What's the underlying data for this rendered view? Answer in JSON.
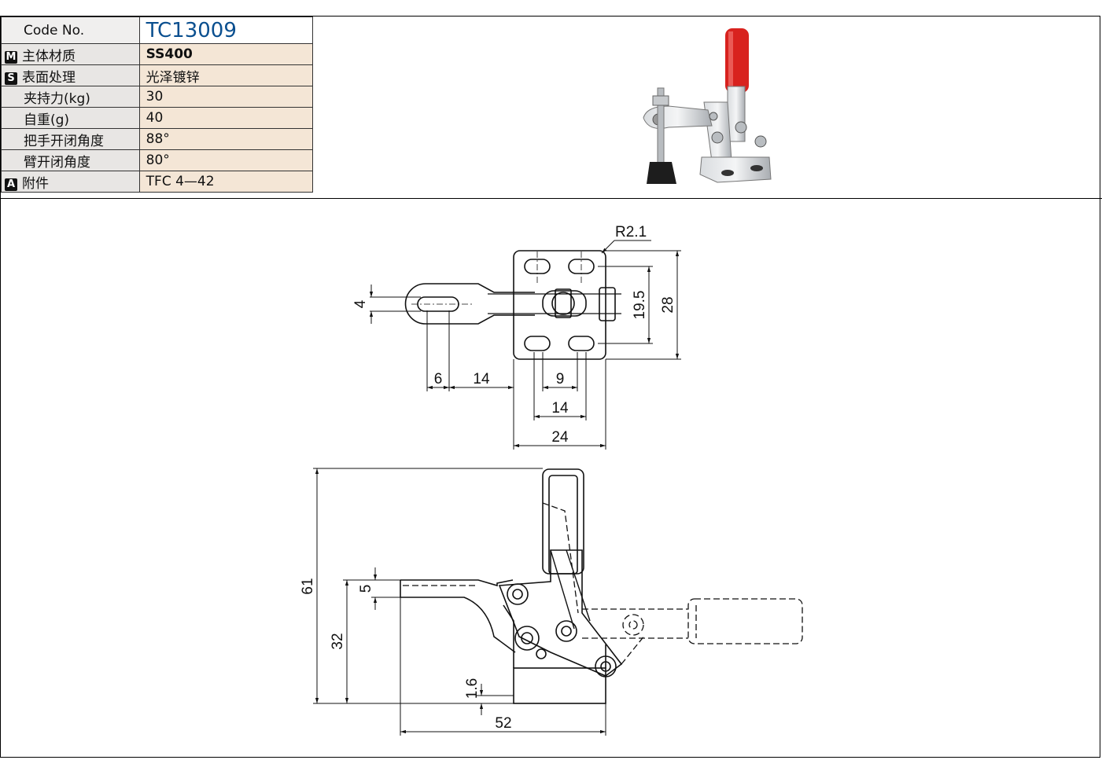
{
  "spec": {
    "code_label": "Code No.",
    "code_value": "TC13009",
    "rows": [
      {
        "badge": "M",
        "label": "主体材质",
        "value": "SS400"
      },
      {
        "badge": "S",
        "label": "表面处理",
        "value": "光泽镀锌"
      },
      {
        "badge": "",
        "label": "夹持力(kg)",
        "value": "30"
      },
      {
        "badge": "",
        "label": "自重(g)",
        "value": "40"
      },
      {
        "badge": "",
        "label": "把手开闭角度",
        "value": "88°"
      },
      {
        "badge": "",
        "label": "臂开闭角度",
        "value": "80°"
      },
      {
        "badge": "A",
        "label": "附件",
        "value": "TFC 4—42"
      }
    ]
  },
  "drawing": {
    "top_view": {
      "radius": "R2.1",
      "slot_width": "4",
      "slot_length": "6",
      "offset": "14",
      "hole_pitch_x": "9",
      "hole_span_x": "14",
      "base_width": "24",
      "hole_span_y": "19.5",
      "base_depth": "28"
    },
    "side_view": {
      "overall_height": "61",
      "arm_height": "32",
      "arm_thickness": "5",
      "base_thickness": "1.6",
      "overall_length": "52"
    }
  }
}
